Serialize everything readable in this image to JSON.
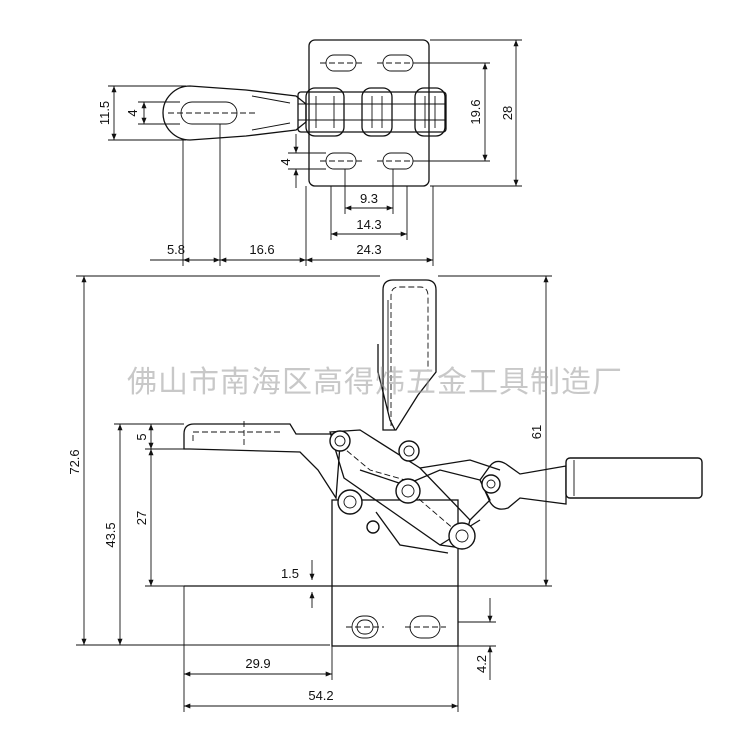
{
  "watermark": "佛山市南海区高得炜五金工具制造厂",
  "top_view": {
    "dims": {
      "d_11_5": "11.5",
      "d_4_left": "4",
      "d_19_6": "19.6",
      "d_28": "28",
      "d_4_mid": "4",
      "d_9_3": "9.3",
      "d_14_3": "14.3",
      "d_5_8": "5.8",
      "d_16_6": "16.6",
      "d_24_3": "24.3"
    }
  },
  "side_view": {
    "dims": {
      "d_72_6": "72.6",
      "d_43_5": "43.5",
      "d_5": "5",
      "d_27": "27",
      "d_61": "61",
      "d_1_5": "1.5",
      "d_4_2": "4.2",
      "d_29_9": "29.9",
      "d_54_2": "54.2"
    }
  }
}
